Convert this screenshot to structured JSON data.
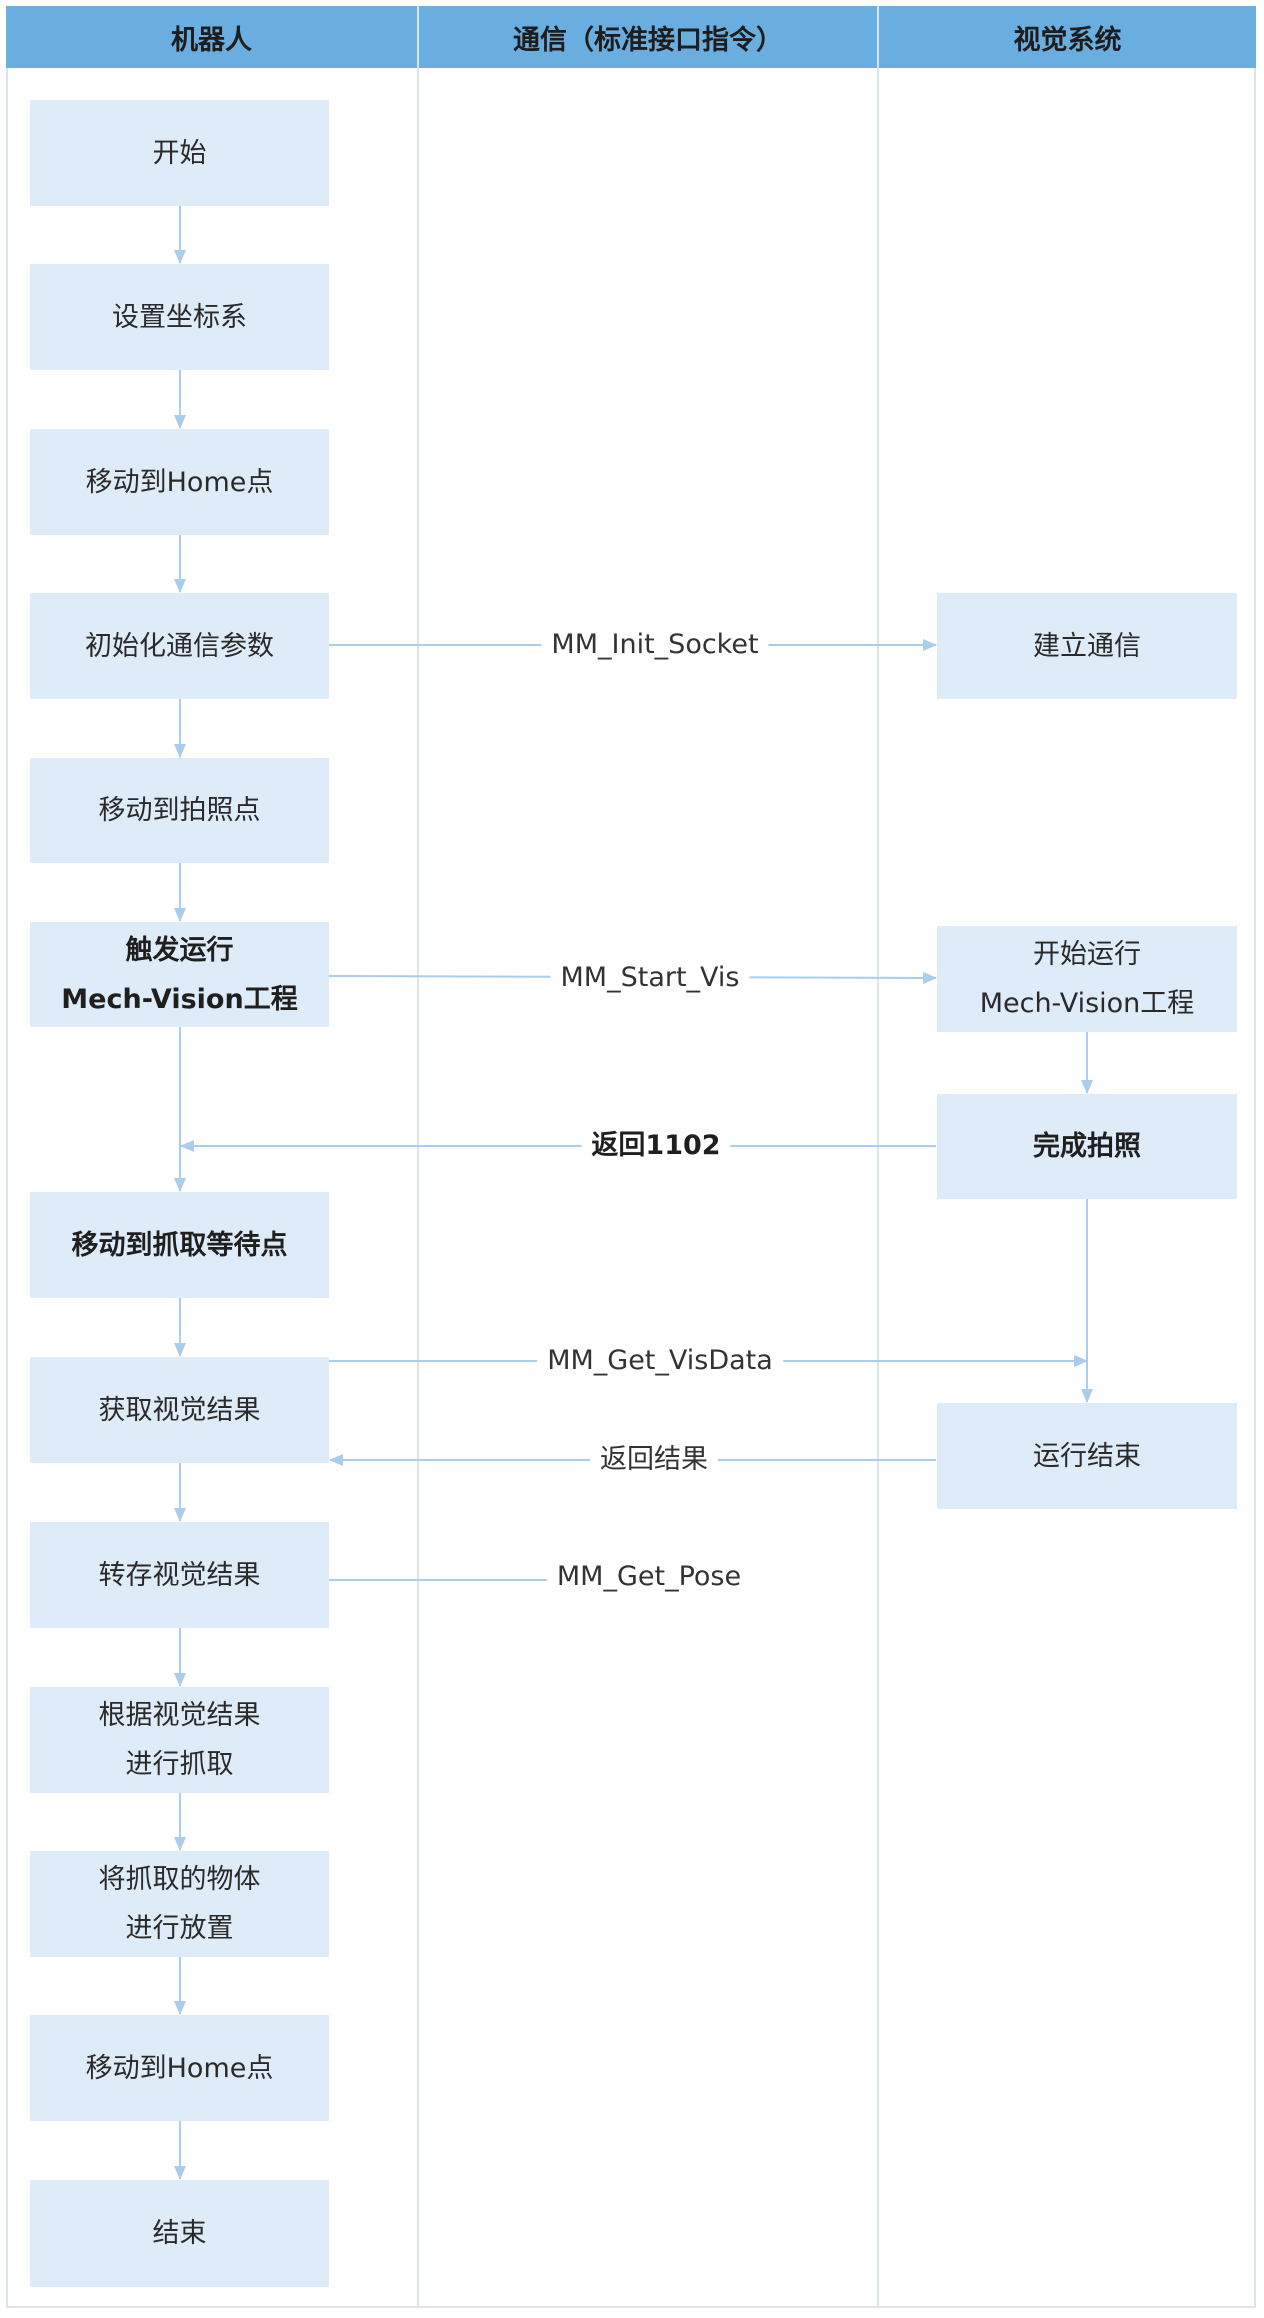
{
  "lanes": {
    "robot": "机器人",
    "comm": "通信（标准接口指令）",
    "vision": "视觉系统"
  },
  "robot_steps": {
    "start": [
      "开始"
    ],
    "set_coord": [
      "设置坐标系"
    ],
    "home1": [
      "移动到Home点"
    ],
    "init_comm": [
      "初始化通信参数"
    ],
    "to_photo": [
      "移动到拍照点"
    ],
    "trigger": [
      "触发运行",
      "Mech-Vision工程"
    ],
    "to_wait": [
      "移动到抓取等待点"
    ],
    "get_result": [
      "获取视觉结果"
    ],
    "save_result": [
      "转存视觉结果"
    ],
    "pick": [
      "根据视觉结果",
      "进行抓取"
    ],
    "place": [
      "将抓取的物体",
      "进行放置"
    ],
    "home2": [
      "移动到Home点"
    ],
    "end": [
      "结束"
    ]
  },
  "vision_steps": {
    "establish": [
      "建立通信"
    ],
    "run": [
      "开始运行",
      "Mech-Vision工程"
    ],
    "done_photo": [
      "完成拍照"
    ],
    "run_end": [
      "运行结束"
    ]
  },
  "messages": {
    "init_socket": "MM_Init_Socket",
    "start_vis": "MM_Start_Vis",
    "return_1102": "返回1102",
    "get_visdata": "MM_Get_VisData",
    "return_result": "返回结果",
    "get_pose": "MM_Get_Pose"
  },
  "colors": {
    "header_bg": "#6aaee0",
    "box_bg": "#deecf9",
    "arrow": "#a9cdea",
    "lane_divider": "#dde3ea"
  }
}
